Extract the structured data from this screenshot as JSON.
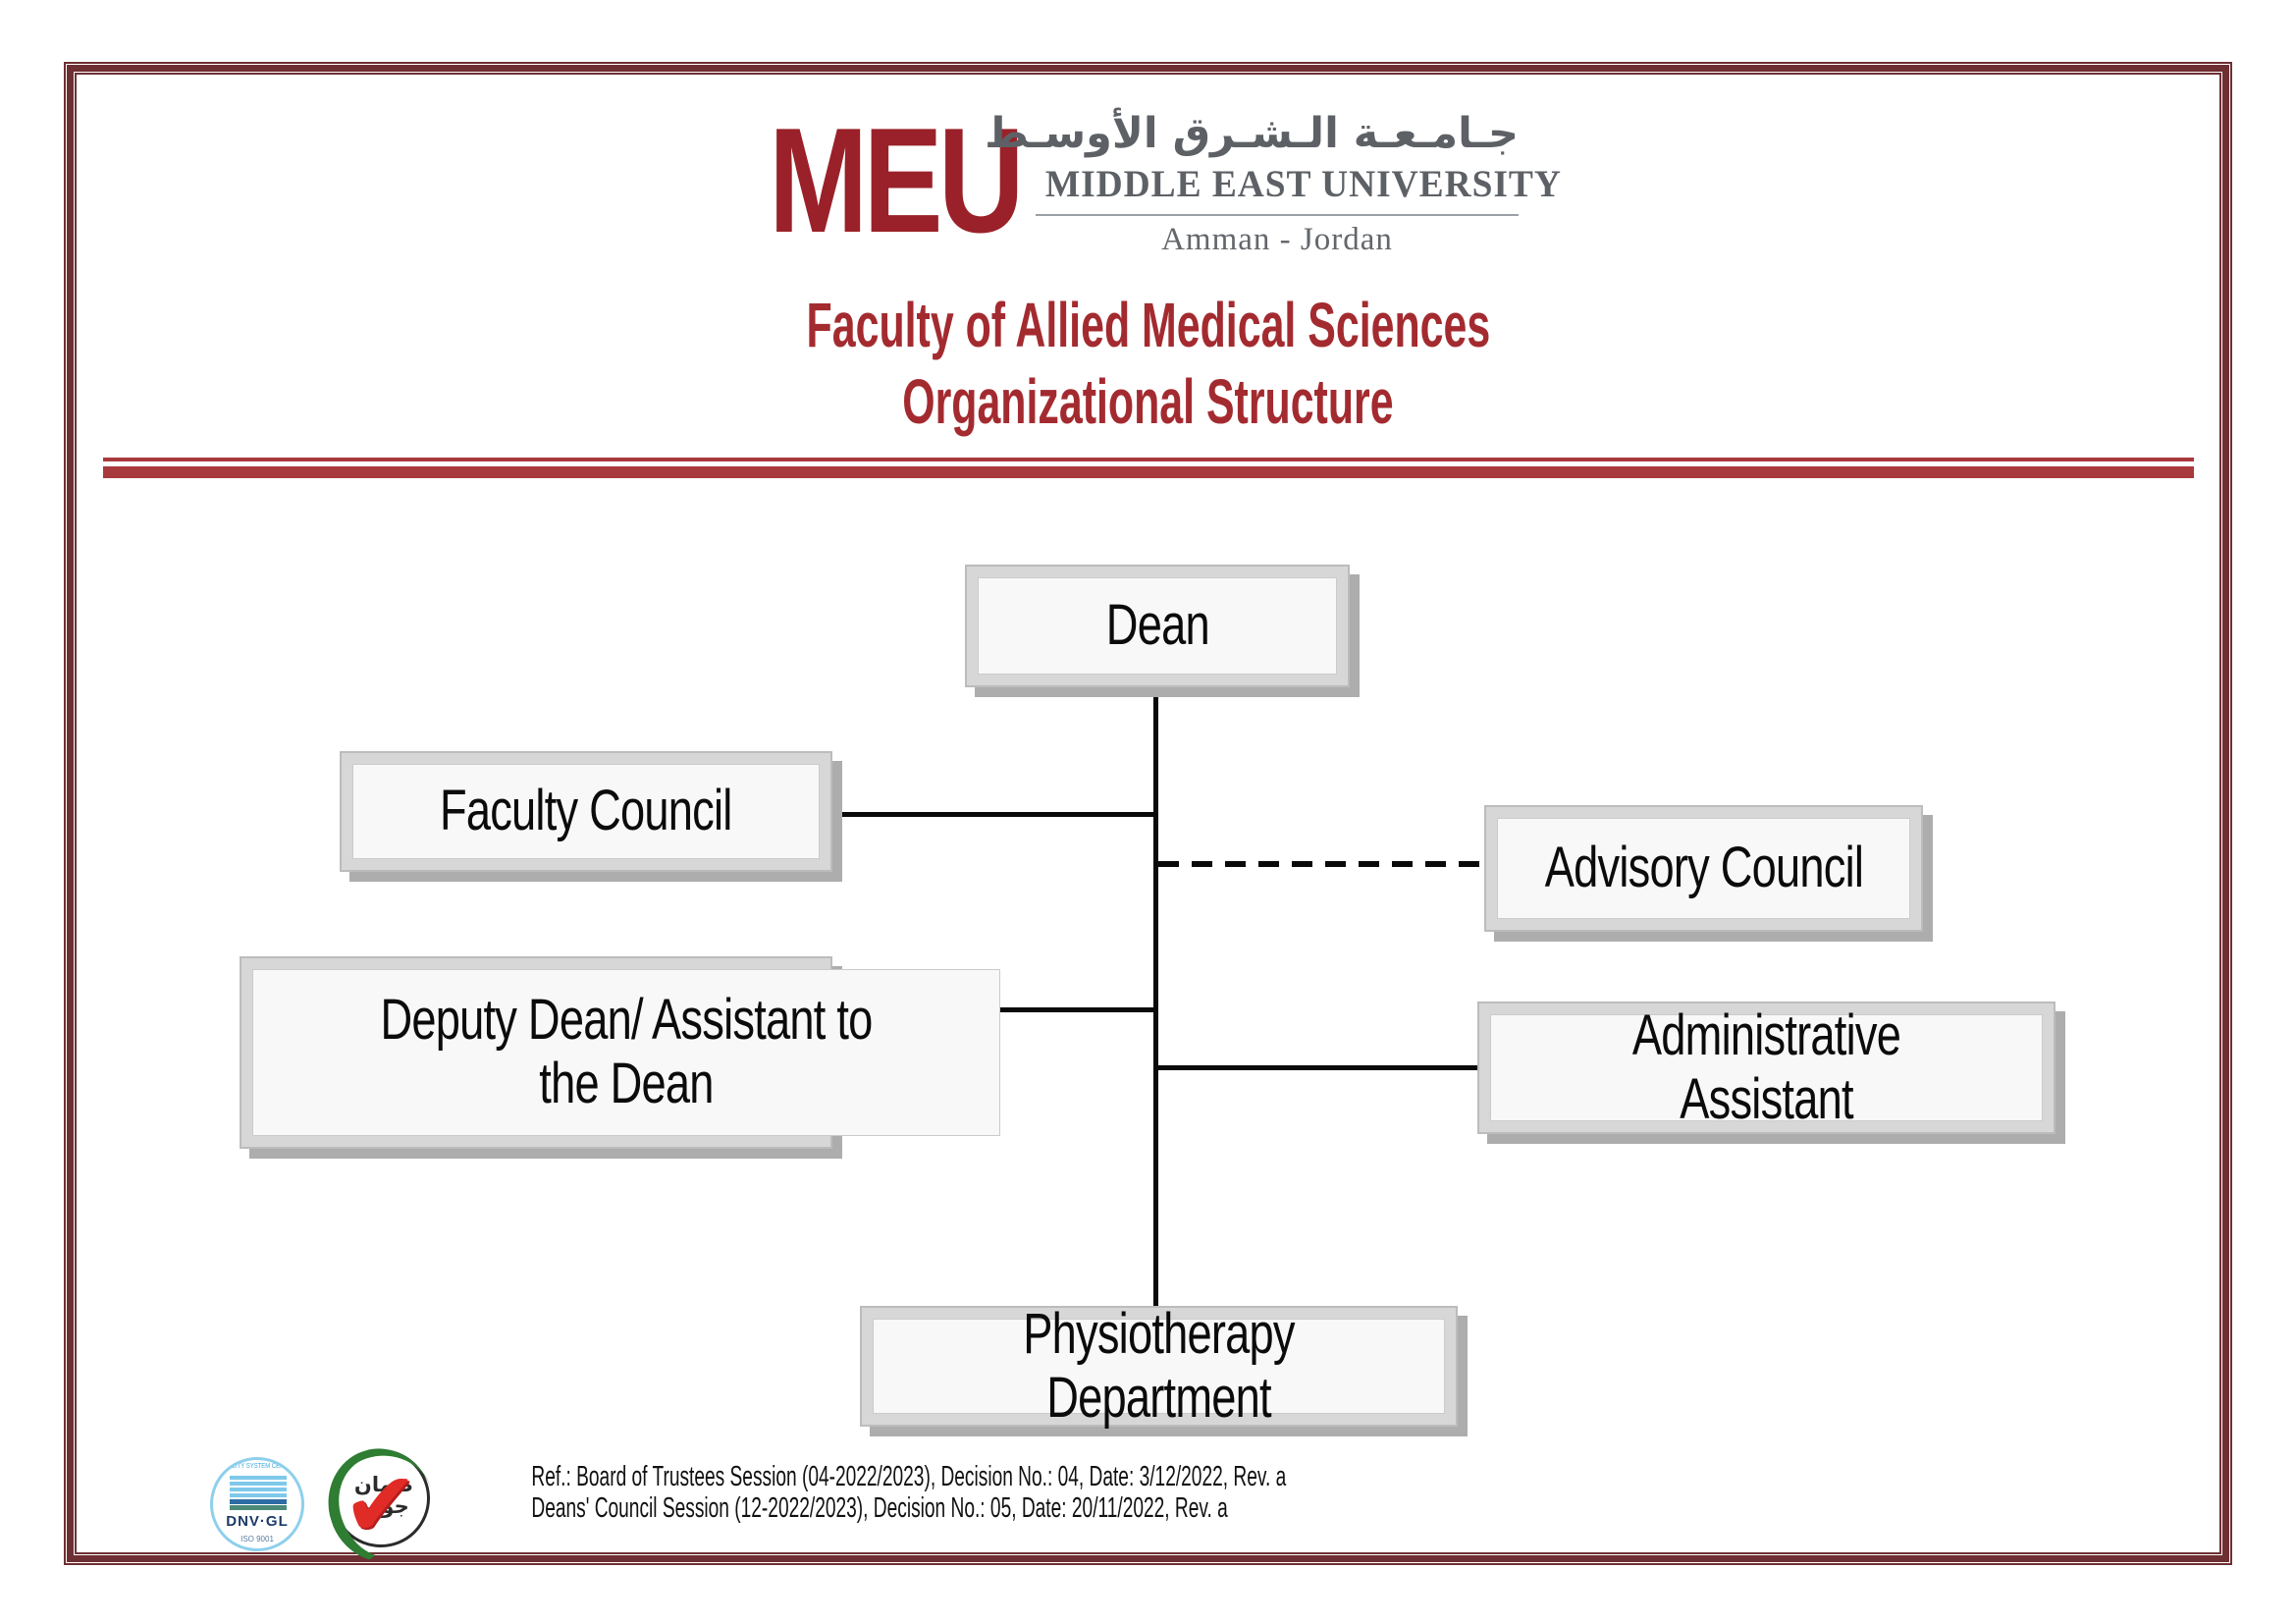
{
  "colors": {
    "brand_red": "#9a2129",
    "title_red": "#a32b30",
    "divider_red": "#a8393d",
    "frame_maroon": "#6e2f33",
    "box_border_gray": "#d7d7d7",
    "box_fill": "#f8f8f8",
    "connector_black": "#0a0a0a",
    "logo_gray": "#5d6166"
  },
  "header": {
    "logo": {
      "acronym": "MEU",
      "arabic_name": "جـامـعـة الـشـرق الأوسـط",
      "university_name": "MIDDLE EAST UNIVERSITY",
      "location": "Amman - Jordan"
    },
    "title_line1": "Faculty of Allied Medical Sciences",
    "title_line2": "Organizational Structure"
  },
  "org_structure": {
    "type": "org-chart",
    "nodes": [
      {
        "id": "dean",
        "label": "Dean"
      },
      {
        "id": "faculty-council",
        "label": "Faculty Council"
      },
      {
        "id": "advisory-council",
        "label": "Advisory Council"
      },
      {
        "id": "deputy-dean",
        "label": "Deputy Dean/ Assistant to\nthe Dean"
      },
      {
        "id": "administrative-assistant",
        "label": "Administrative Assistant"
      },
      {
        "id": "physiotherapy-department",
        "label": "Physiotherapy Department"
      }
    ],
    "edges": [
      {
        "from": "dean",
        "to": "faculty-council",
        "style": "solid"
      },
      {
        "from": "dean",
        "to": "advisory-council",
        "style": "dashed"
      },
      {
        "from": "dean",
        "to": "deputy-dean",
        "style": "solid"
      },
      {
        "from": "dean",
        "to": "administrative-assistant",
        "style": "solid"
      },
      {
        "from": "dean",
        "to": "physiotherapy-department",
        "style": "solid"
      }
    ]
  },
  "footer": {
    "certifications": [
      {
        "name": "DNV-GL",
        "arc_text": "QUALITY SYSTEM CERTIFICATION",
        "label": "DNV·GL",
        "sub_label": "ISO 9001"
      },
      {
        "name": "Quality Assurance Mark",
        "arabic_text": "ضمان جودة"
      }
    ],
    "ref_line1": "Ref.: Board of Trustees Session (04-2022/2023), Decision No.: 04, Date: 3/12/2022, Rev. a",
    "ref_line2": "Deans' Council Session (12-2022/2023), Decision No.: 05, Date: 20/11/2022, Rev. a"
  }
}
